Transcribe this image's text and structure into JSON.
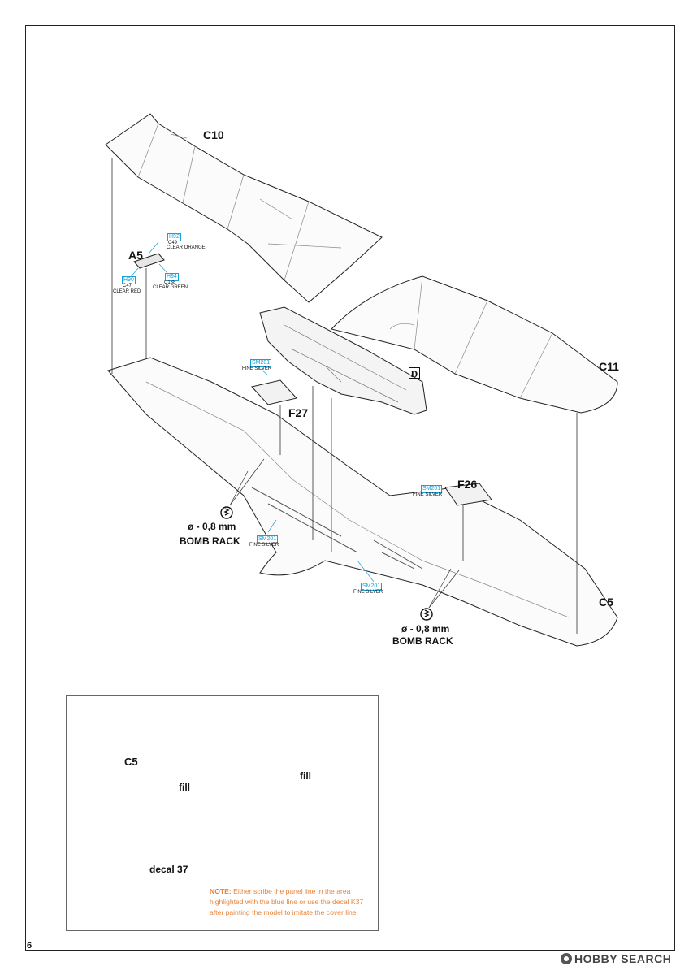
{
  "page": {
    "number": "6",
    "watermark": "HOBBY SEARCH"
  },
  "parts": {
    "c10": "C10",
    "c11": "C11",
    "c5": "C5",
    "a5": "A5",
    "f27": "F27",
    "f26": "F26",
    "d": "D"
  },
  "paint_callouts": {
    "a5_top": {
      "code": "H92",
      "ref": "C49",
      "name": "CLEAR ORANGE"
    },
    "a5_left": {
      "code": "H90",
      "ref": "C47",
      "name": "CLEAR RED"
    },
    "a5_right": {
      "code": "H94",
      "ref": "C138",
      "name": "CLEAR GREEN"
    },
    "f27": {
      "code": "SM201",
      "name": "FINE SILVER"
    },
    "f26": {
      "code": "SM201",
      "name": "FINE SILVER"
    },
    "wing_left": {
      "code": "SM201",
      "name": "FINE SILVER"
    },
    "wing_center": {
      "code": "SM201",
      "name": "FINE SILVER"
    }
  },
  "drill": {
    "left": {
      "size": "ø - 0,8 mm",
      "label": "BOMB RACK"
    },
    "right": {
      "size": "ø - 0,8 mm",
      "label": "BOMB RACK"
    }
  },
  "inset": {
    "part": "C5",
    "fill_left": "fill",
    "fill_right": "fill",
    "decal": "decal 37",
    "note_lead": "NOTE:",
    "note_text": "Either scribe the panel line in the area highlighted with the blue line or use the decal K37 after painting the model to imitate the cover line."
  }
}
